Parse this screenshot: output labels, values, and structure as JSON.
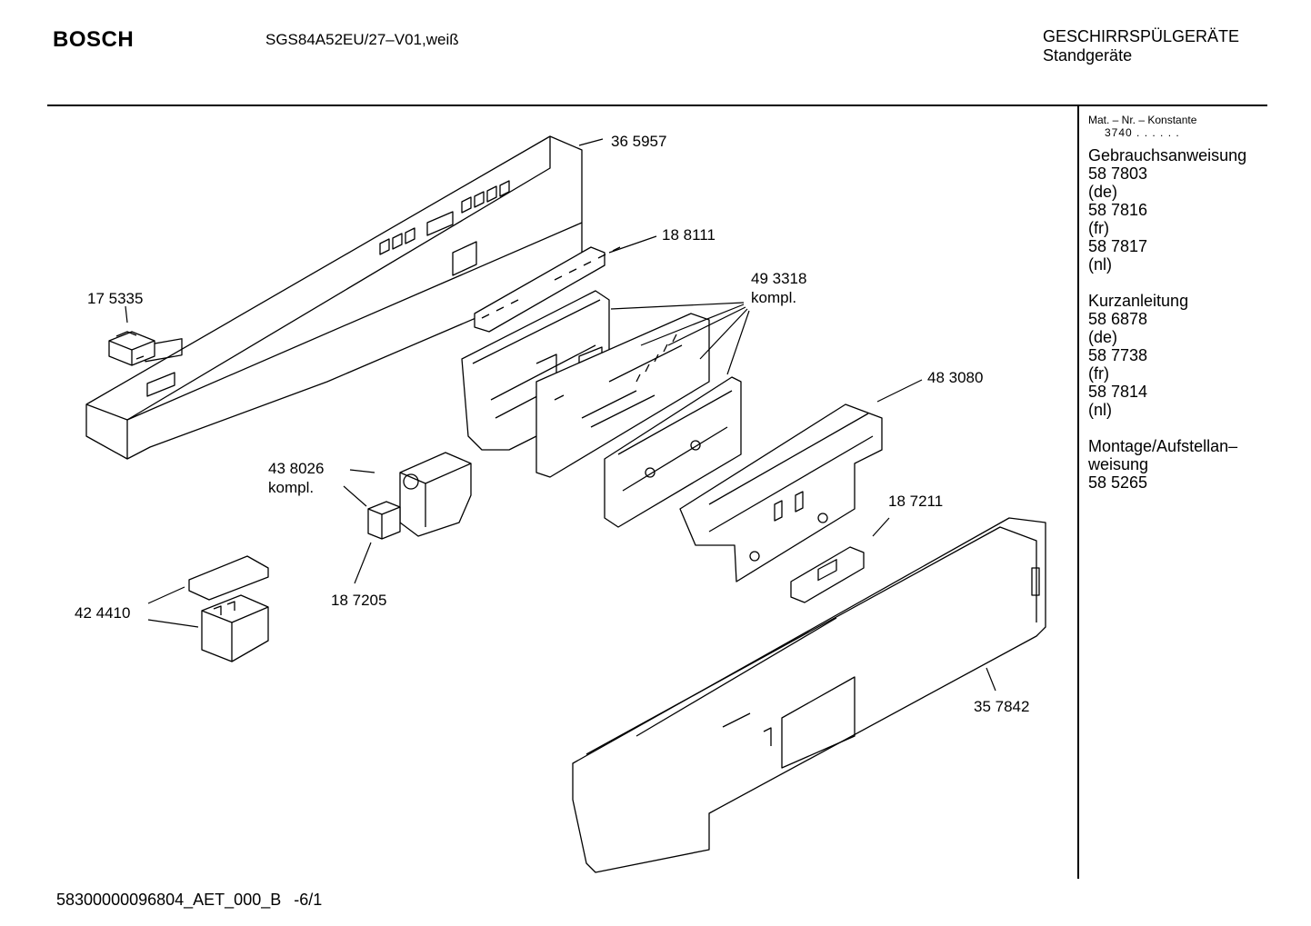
{
  "header": {
    "brand": "BOSCH",
    "model": "SGS84A52EU/27–V01,weiß",
    "category_line1": "GESCHIRRSPÜLGERÄTE",
    "category_line2": "Standgeräte"
  },
  "sidebar": {
    "mat_label": "Mat. – Nr. – Konstante",
    "mat_value": "3740 .  .    .  .  .  .",
    "sections": [
      {
        "title": "Gebrauchsanweisung",
        "items": [
          "58 7803",
          "(de)",
          "58 7816",
          "(fr)",
          "58 7817",
          "(nl)"
        ]
      },
      {
        "title": "Kurzanleitung",
        "items": [
          "58 6878",
          "(de)",
          "58 7738",
          "(fr)",
          "58 7814",
          "(nl)"
        ]
      },
      {
        "title": "Montage/Aufstellan–",
        "items": [
          "weisung",
          "58 5265"
        ]
      }
    ]
  },
  "parts": {
    "p365957": "36 5957",
    "p188111": "18 8111",
    "p493318": "49 3318",
    "p493318_sub": "kompl.",
    "p175335": "17 5335",
    "p483080": "48 3080",
    "p438026": "43 8026",
    "p438026_sub": "kompl.",
    "p187211": "18 7211",
    "p187205": "18 7205",
    "p424410": "42 4410",
    "p357842": "35 7842"
  },
  "footer": {
    "doc_id": "58300000096804_AET_000_B",
    "page": "-6/1"
  }
}
